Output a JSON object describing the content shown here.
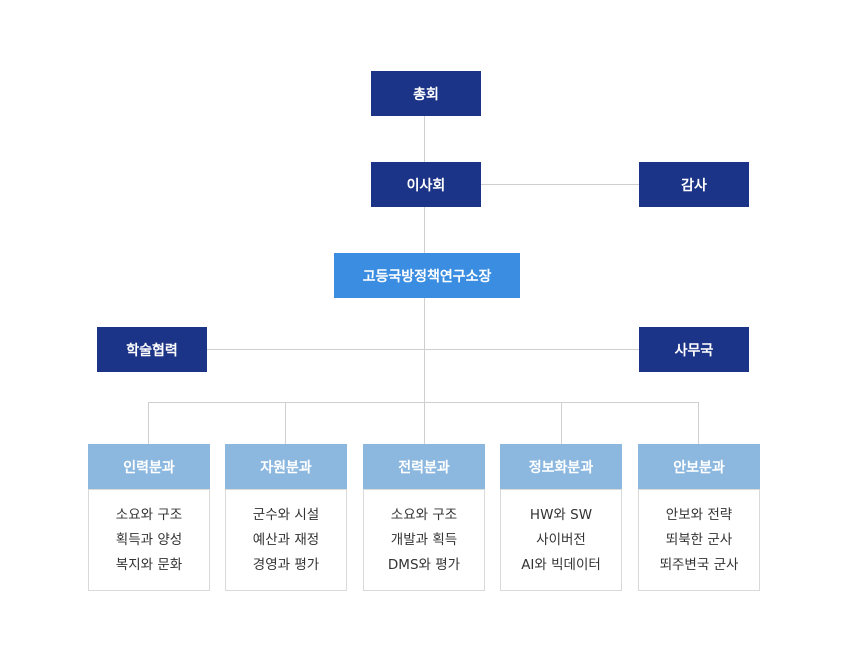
{
  "org_chart": {
    "general_assembly": "총회",
    "board": "이사회",
    "auditor": "감사",
    "president": "고등국방정책연구소장",
    "academic_cooperation": "학술협력",
    "secretariat": "사무국",
    "divisions": [
      {
        "name": "인력분과",
        "items": [
          "소요와 구조",
          "획득과 양성",
          "복지와 문화"
        ]
      },
      {
        "name": "자원분과",
        "items": [
          "군수와 시설",
          "예산과 재정",
          "경영과 평가"
        ]
      },
      {
        "name": "전력분과",
        "items": [
          "소요와 구조",
          "개발과 획득",
          "DMS와 평가"
        ]
      },
      {
        "name": "정보화분과",
        "items": [
          "HW와 SW",
          "사이버전",
          "AI와 빅데이터"
        ]
      },
      {
        "name": "안보분과",
        "items": [
          "안보와 전략",
          "뙤북한 군사",
          "뙤주변국 군사"
        ]
      }
    ],
    "colors": {
      "navy": "#1c3487",
      "president_blue": "#3a8de0",
      "division_header": "#8cb8e0",
      "connector": "#cfcfcf"
    }
  }
}
